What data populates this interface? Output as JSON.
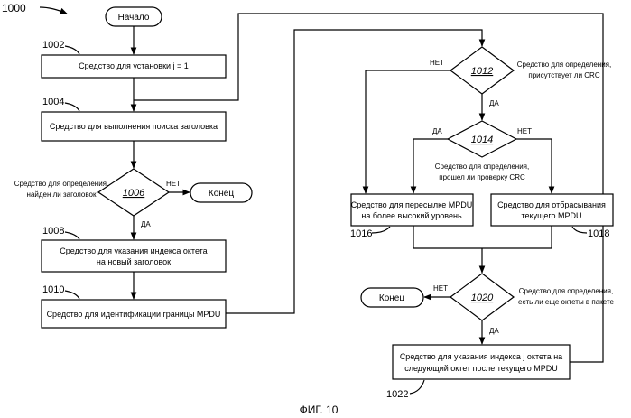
{
  "figure_number": "1000",
  "caption": "ФИГ. 10",
  "terminals": {
    "start": "Начало",
    "end_left": "Конец",
    "end_right": "Конец"
  },
  "steps": {
    "s1002": {
      "ref": "1002",
      "label": "Средство для установки j = 1"
    },
    "s1004": {
      "ref": "1004",
      "label": "Средство для выполнения поиска заголовка"
    },
    "s1008": {
      "ref": "1008",
      "line1": "Средство для указания индекса октета",
      "line2": "на новый заголовок"
    },
    "s1010": {
      "ref": "1010",
      "label": "Средство для идентификации границы MPDU"
    },
    "s1016": {
      "ref": "1016",
      "line1": "Средство для пересылке MPDU",
      "line2": "на более высокий уровень"
    },
    "s1018": {
      "ref": "1018",
      "line1": "Средство для отбрасывания",
      "line2": "текущего MPDU"
    },
    "s1022": {
      "ref": "1022",
      "line1": "Средство для указания индекса j октета на",
      "line2": "следующий октет после текущего MPDU"
    }
  },
  "decisions": {
    "d1006": {
      "ref": "1006",
      "line1": "Средство для определения,",
      "line2": "найден ли заголовок",
      "no": "НЕТ",
      "yes": "ДА"
    },
    "d1012": {
      "ref": "1012",
      "line1": "Средство для определения,",
      "line2": "присутствует ли CRC",
      "no": "НЕТ",
      "yes": "ДА"
    },
    "d1014": {
      "ref": "1014",
      "line1": "Средство для определения,",
      "line2": "прошел ли проверку CRC",
      "no": "НЕТ",
      "yes": "ДА"
    },
    "d1020": {
      "ref": "1020",
      "line1": "Средство для определения,",
      "line2": "есть ли еще октеты в пакете",
      "no": "НЕТ",
      "yes": "ДА"
    }
  }
}
